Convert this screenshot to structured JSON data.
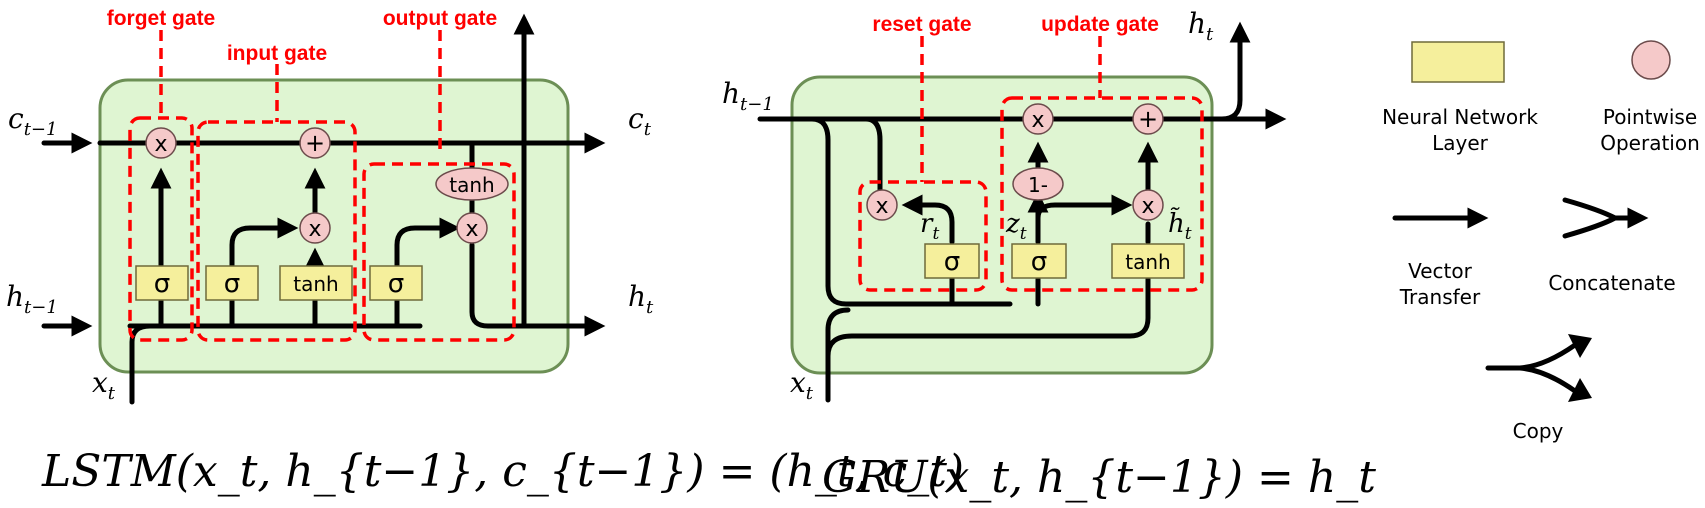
{
  "lstm": {
    "gates": {
      "forget": "forget gate",
      "input": "input gate",
      "output": "output gate"
    },
    "ops": {
      "mul": "x",
      "add": "+",
      "sigma": "σ",
      "tanh": "tanh"
    },
    "labels": {
      "c_in": "c",
      "c_in_sub": "t−1",
      "c_out": "c",
      "c_out_sub": "t",
      "h_in": "h",
      "h_in_sub": "t−1",
      "h_out": "h",
      "h_out_sub": "t",
      "x": "x",
      "x_sub": "t"
    },
    "equation": "LSTM(x_t, h_{t−1}, c_{t−1}) = (h_t, c_t)"
  },
  "gru": {
    "gates": {
      "reset": "reset gate",
      "update": "update gate"
    },
    "ops": {
      "mul": "x",
      "add": "+",
      "one_minus": "1-",
      "sigma": "σ",
      "tanh": "tanh"
    },
    "labels": {
      "h_in": "h",
      "h_in_sub": "t−1",
      "h_out": "h",
      "h_out_sub": "t",
      "x": "x",
      "x_sub": "t",
      "r": "r",
      "r_sub": "t",
      "z": "z",
      "z_sub": "t",
      "htilde": "h̃",
      "htilde_sub": "t"
    },
    "equation": "GRU(x_t, h_{t−1}) = h_t"
  },
  "legend": {
    "neural_network_layer": [
      "Neural Network",
      "Layer"
    ],
    "pointwise_operation": [
      "Pointwise",
      "Operation"
    ],
    "vector_transfer": [
      "Vector",
      "Transfer"
    ],
    "concatenate": "Concatenate",
    "copy": "Copy"
  },
  "colors": {
    "cell_fill": "#dff5d2",
    "cell_stroke": "#6c8f55",
    "layer_fill": "#f5ef9c",
    "pointwise_fill": "#f5c9c9",
    "gate_dash": "#ff0000",
    "wire": "#000000"
  }
}
